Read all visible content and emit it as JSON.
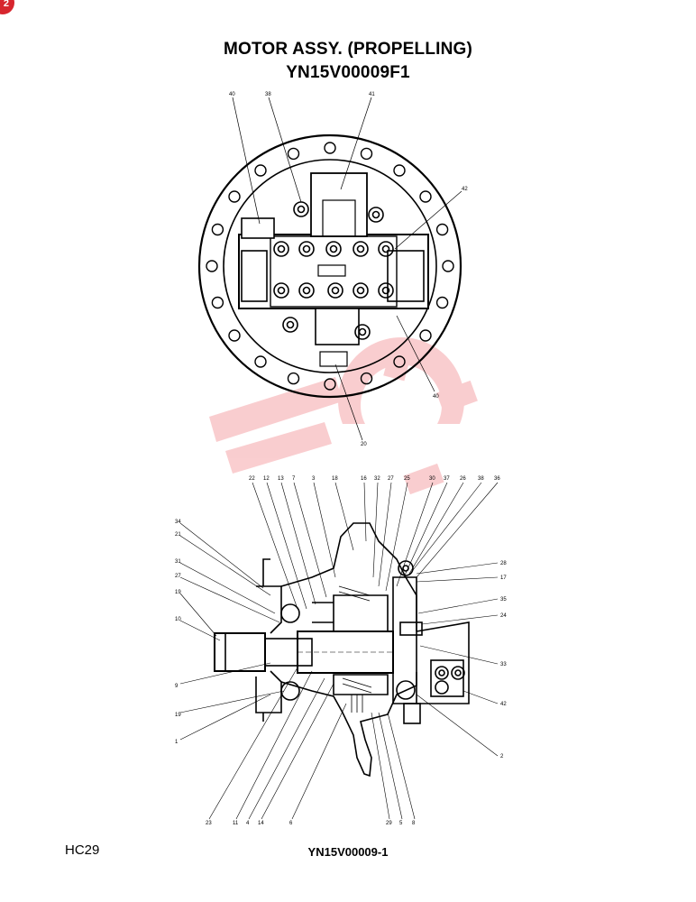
{
  "page_badge": "2",
  "title_line1": "MOTOR ASSY. (PROPELLING)",
  "title_line2": "YN15V00009F1",
  "footer_left": "HC29",
  "footer_center": "YN15V00009-1",
  "watermark_color": "#e8222a",
  "top_view_callouts": [
    "40",
    "38",
    "41",
    "42",
    "40",
    "20"
  ],
  "section_top_callouts": [
    "22",
    "12",
    "13",
    "7",
    "3",
    "18",
    "16",
    "32",
    "27",
    "25",
    "30",
    "37",
    "26",
    "38",
    "36"
  ],
  "section_left_callouts": [
    "34",
    "21",
    "31",
    "27",
    "19",
    "10",
    "9",
    "19",
    "1"
  ],
  "section_right_callouts": [
    "28",
    "17",
    "35",
    "24",
    "33",
    "42",
    "2"
  ],
  "section_bottom_callouts": [
    "23",
    "11",
    "4",
    "14",
    "6",
    "29",
    "5",
    "8"
  ]
}
